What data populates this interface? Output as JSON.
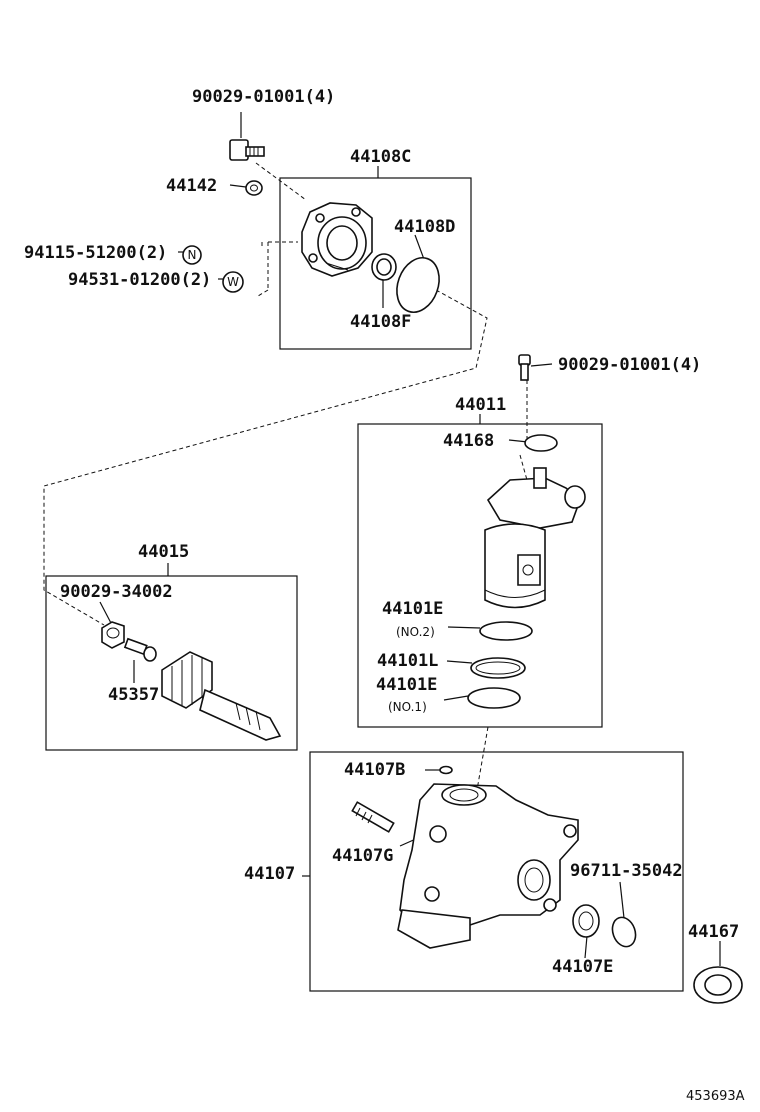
{
  "labels": {
    "bolt_top": "90029-01001(4)",
    "p44108C": "44108C",
    "p44142": "44142",
    "p44108D": "44108D",
    "n94115": "94115-51200(2)",
    "n94531": "94531-01200(2)",
    "p44108F": "44108F",
    "bolt_mid": "90029-01001(4)",
    "p44011": "44011",
    "p44168": "44168",
    "p44015": "44015",
    "p90029_34002": "90029-34002",
    "p45357": "45357",
    "p44101E_a": "44101E",
    "no2": "(NO.2)",
    "p44101L": "44101L",
    "p44101E_b": "44101E",
    "no1": "(NO.1)",
    "p44107B": "44107B",
    "p44107G": "44107G",
    "p44107": "44107",
    "p96711": "96711-35042",
    "p44167": "44167",
    "p44107E": "44107E",
    "diagram_id": "453693A"
  },
  "icons": {
    "n_marker": "N",
    "w_marker": "W"
  }
}
